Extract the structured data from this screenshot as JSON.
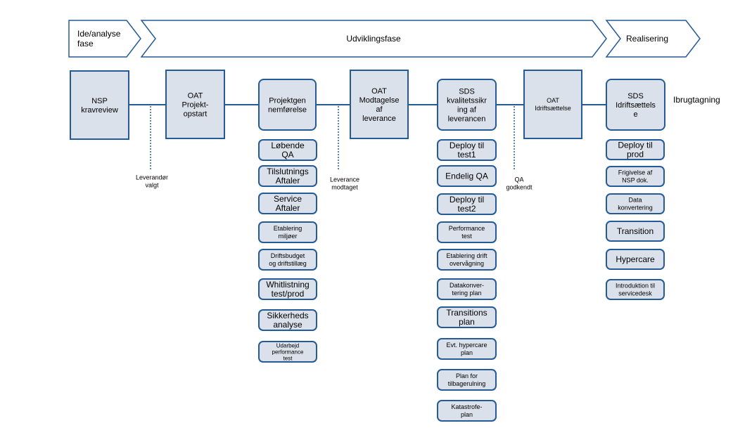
{
  "phases": [
    {
      "id": "ide",
      "lines": [
        "Ide/analyse",
        "fase"
      ]
    },
    {
      "id": "udvikling",
      "lines": [
        "Udviklingsfase"
      ]
    },
    {
      "id": "realisering",
      "lines": [
        "Realisering"
      ]
    }
  ],
  "stages": [
    {
      "id": "nsp-kravreview",
      "lines": [
        "NSP",
        "kravreview"
      ]
    },
    {
      "id": "oat-projektopstart",
      "lines": [
        "OAT",
        "Projekt-",
        "opstart"
      ]
    },
    {
      "id": "projektgennemforelse",
      "lines": [
        "Projektgen",
        "nemførelse"
      ]
    },
    {
      "id": "oat-modtagelse",
      "lines": [
        "OAT",
        "Modtagelse",
        "af",
        "leverance"
      ]
    },
    {
      "id": "sds-kvalitetssikring",
      "lines": [
        "SDS",
        "kvalitetssikr",
        "ing af",
        "leverancen"
      ]
    },
    {
      "id": "oat-idriftsaettelse",
      "lines": [
        "OAT",
        "Idriftsættelse"
      ]
    },
    {
      "id": "sds-idriftsaettelse",
      "lines": [
        "SDS",
        "Idriftsættels",
        "e"
      ]
    }
  ],
  "end_label": "Ibrugtagning",
  "milestones": [
    {
      "id": "leverandor-valgt",
      "lines": [
        "Leverandør",
        "valgt"
      ]
    },
    {
      "id": "leverance-modtaget",
      "lines": [
        "Leverance",
        "modtaget"
      ]
    },
    {
      "id": "qa-godkendt",
      "lines": [
        "QA",
        "godkendt"
      ]
    }
  ],
  "task_columns": [
    {
      "id": "projektgennemforelse",
      "tasks": [
        {
          "lines": [
            "Løbende",
            "QA"
          ]
        },
        {
          "lines": [
            "Tilslutnings",
            "Aftaler"
          ]
        },
        {
          "lines": [
            "Service",
            "Aftaler"
          ]
        },
        {
          "lines": [
            "Etablering",
            "miljøer"
          ]
        },
        {
          "lines": [
            "Driftsbudget",
            "og driftstillæg"
          ]
        },
        {
          "lines": [
            "Whitlistning",
            "test/prod"
          ]
        },
        {
          "lines": [
            "Sikkerheds",
            "analyse"
          ]
        },
        {
          "lines": [
            "Udarbejd",
            "performance",
            "test"
          ]
        }
      ]
    },
    {
      "id": "sds-kvalitetssikring",
      "tasks": [
        {
          "lines": [
            "Deploy til",
            "test1"
          ]
        },
        {
          "lines": [
            "Endelig QA"
          ]
        },
        {
          "lines": [
            "Deploy til",
            "test2"
          ]
        },
        {
          "lines": [
            "Performance",
            "test"
          ]
        },
        {
          "lines": [
            "Etablering drift",
            "overvågning"
          ]
        },
        {
          "lines": [
            "Datakonver-",
            "tering plan"
          ]
        },
        {
          "lines": [
            "Transitions",
            "plan"
          ]
        },
        {
          "lines": [
            "Evt. hypercare",
            "plan"
          ]
        },
        {
          "lines": [
            "Plan for",
            "tilbagerulning"
          ]
        },
        {
          "lines": [
            "Katastrofe-",
            "plan"
          ]
        }
      ]
    },
    {
      "id": "sds-idriftsaettelse",
      "tasks": [
        {
          "lines": [
            "Deploy til",
            "prod"
          ]
        },
        {
          "lines": [
            "Frigivelse af",
            "NSP dok."
          ]
        },
        {
          "lines": [
            "Data",
            "konvertering"
          ]
        },
        {
          "lines": [
            "Transition"
          ]
        },
        {
          "lines": [
            "Hypercare"
          ]
        },
        {
          "lines": [
            "Introduktion til",
            "servicedesk"
          ]
        }
      ]
    }
  ]
}
